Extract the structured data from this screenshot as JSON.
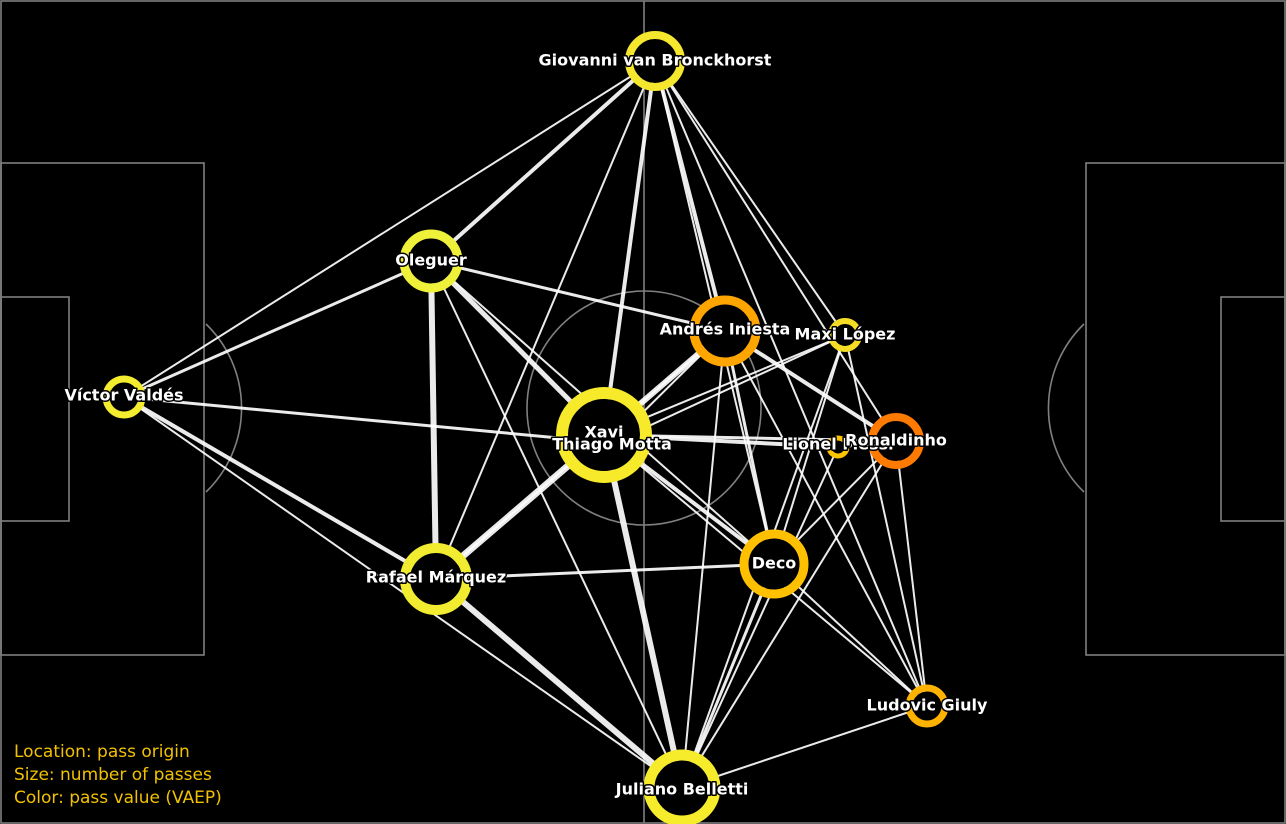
{
  "players": [
    {
      "id": "gvb",
      "name": "Giovanni van Bronckhorst",
      "color": "#f5e62e"
    },
    {
      "id": "oleguer",
      "name": "Oleguer",
      "color": "#eef03a"
    },
    {
      "id": "valdes",
      "name": "Víctor Valdés",
      "color": "#f4ec2e"
    },
    {
      "id": "iniesta",
      "name": "Andrés Iniesta",
      "color": "#ffa500"
    },
    {
      "id": "maxi",
      "name": "Maxi López",
      "color": "#f5dd25"
    },
    {
      "id": "xavi",
      "name": "Xavi",
      "color": "#f7ea2a"
    },
    {
      "id": "motta",
      "name": "Thiago Motta",
      "color": "#f8e52b"
    },
    {
      "id": "messi",
      "name": "Lionel Messi",
      "color": "#ffc400"
    },
    {
      "id": "ronaldinho",
      "name": "Ronaldinho",
      "color": "#ff7a00"
    },
    {
      "id": "deco",
      "name": "Deco",
      "color": "#ffc000"
    },
    {
      "id": "marquez",
      "name": "Rafael Márquez",
      "color": "#f2ec30"
    },
    {
      "id": "giuly",
      "name": "Ludovic Giuly",
      "color": "#ffb200"
    },
    {
      "id": "belletti",
      "name": "Juliano Belletti",
      "color": "#f6ec2c"
    }
  ],
  "links": [
    [
      "valdes",
      "gvb"
    ],
    [
      "valdes",
      "oleguer"
    ],
    [
      "valdes",
      "motta"
    ],
    [
      "valdes",
      "marquez"
    ],
    [
      "valdes",
      "belletti"
    ],
    [
      "gvb",
      "oleguer"
    ],
    [
      "gvb",
      "xavi"
    ],
    [
      "gvb",
      "iniesta"
    ],
    [
      "gvb",
      "maxi"
    ],
    [
      "gvb",
      "ronaldinho"
    ],
    [
      "gvb",
      "deco"
    ],
    [
      "gvb",
      "marquez"
    ],
    [
      "gvb",
      "giuly"
    ],
    [
      "oleguer",
      "marquez"
    ],
    [
      "oleguer",
      "xavi"
    ],
    [
      "oleguer",
      "iniesta"
    ],
    [
      "oleguer",
      "deco"
    ],
    [
      "oleguer",
      "belletti"
    ],
    [
      "xavi",
      "iniesta"
    ],
    [
      "xavi",
      "marquez"
    ],
    [
      "xavi",
      "deco"
    ],
    [
      "xavi",
      "belletti"
    ],
    [
      "xavi",
      "messi"
    ],
    [
      "xavi",
      "ronaldinho"
    ],
    [
      "xavi",
      "maxi"
    ],
    [
      "xavi",
      "giuly"
    ],
    [
      "marquez",
      "deco"
    ],
    [
      "marquez",
      "belletti"
    ],
    [
      "marquez",
      "iniesta"
    ],
    [
      "iniesta",
      "ronaldinho"
    ],
    [
      "iniesta",
      "deco"
    ],
    [
      "iniesta",
      "belletti"
    ],
    [
      "iniesta",
      "giuly"
    ],
    [
      "iniesta",
      "motta"
    ],
    [
      "maxi",
      "deco"
    ],
    [
      "maxi",
      "giuly"
    ],
    [
      "maxi",
      "belletti"
    ],
    [
      "maxi",
      "motta"
    ],
    [
      "deco",
      "ronaldinho"
    ],
    [
      "deco",
      "belletti"
    ],
    [
      "deco",
      "giuly"
    ],
    [
      "ronaldinho",
      "belletti"
    ],
    [
      "ronaldinho",
      "giuly"
    ],
    [
      "messi",
      "belletti"
    ],
    [
      "giuly",
      "belletti"
    ]
  ],
  "legend": [
    "Location: pass origin",
    "Size: number of passes",
    "Color: pass value (VAEP)"
  ]
}
